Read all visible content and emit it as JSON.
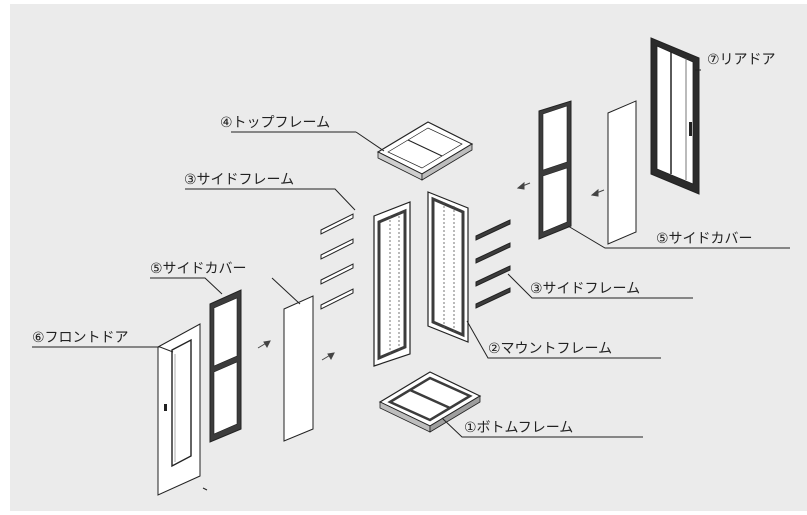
{
  "colors": {
    "background": "#ebebeb",
    "line": "#222222",
    "panel": "#ffffff",
    "frame": "#3c3c3c",
    "panel_dark": "#555555"
  },
  "labels": {
    "rear_door": "⑦リアドア",
    "top_frame": "④トップフレーム",
    "side_frame_left": "③サイドフレーム",
    "side_cover_right": "⑤サイドカバー",
    "side_frame_right": "③サイドフレーム",
    "side_cover_left": "⑤サイドカバー",
    "mount_frame": "②マウントフレーム",
    "front_door": "⑥フロントドア",
    "bottom_frame": "①ボトムフレーム"
  }
}
